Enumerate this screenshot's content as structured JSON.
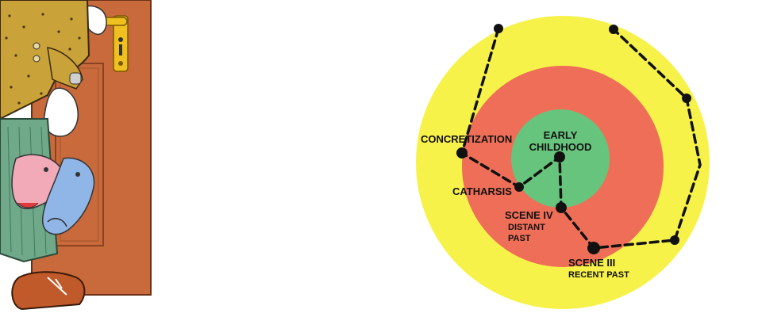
{
  "diagram": {
    "zones": {
      "inner": {
        "label_line1": "EARLY",
        "label_line2": "CHILDHOOD",
        "color": "#67c47c"
      },
      "middle": {
        "color": "#ef6e58"
      },
      "outer": {
        "color": "#f7f24a"
      }
    },
    "nodes": {
      "concretization": "CONCRETIZATION",
      "catharsis": "CATHARSIS",
      "scene4_title": "SCENE IV",
      "scene4_sub1": "DISTANT",
      "scene4_sub2": "PAST",
      "scene3_title": "SCENE III",
      "scene3_sub": "RECENT PAST"
    },
    "path_color": "#111111"
  },
  "illustration": {
    "door_color": "#c86a3c",
    "handle_color": "#f0c020",
    "jacket_color": "#c9a23a",
    "trousers_color": "#6fa98a"
  }
}
